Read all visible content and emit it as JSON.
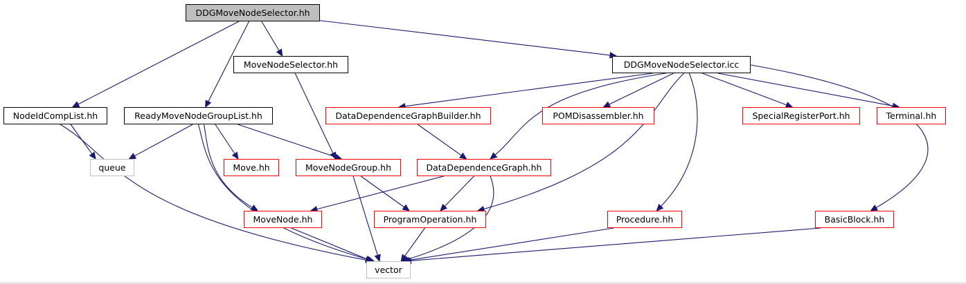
{
  "diagram": {
    "colors": {
      "edge": "#191970",
      "root_fill": "#bfbfbf",
      "normal_border": "#000000",
      "red_border": "#ff0000",
      "grey_border": "#bfbfbf"
    },
    "nodes": [
      {
        "id": "ddg_hh",
        "label": "DDGMoveNodeSelector.hh",
        "style": "root"
      },
      {
        "id": "movenodeselector_hh",
        "label": "MoveNodeSelector.hh",
        "style": "normal"
      },
      {
        "id": "ddg_icc",
        "label": "DDGMoveNodeSelector.icc",
        "style": "normal"
      },
      {
        "id": "nodeidcomplist_hh",
        "label": "NodeIdCompList.hh",
        "style": "normal"
      },
      {
        "id": "readymovenodegrouplist_hh",
        "label": "ReadyMoveNodeGroupList.hh",
        "style": "normal"
      },
      {
        "id": "ddgbuilder_hh",
        "label": "DataDependenceGraphBuilder.hh",
        "style": "red"
      },
      {
        "id": "pomdisassembler_hh",
        "label": "POMDisassembler.hh",
        "style": "red"
      },
      {
        "id": "specialregisterport_hh",
        "label": "SpecialRegisterPort.hh",
        "style": "red"
      },
      {
        "id": "terminal_hh",
        "label": "Terminal.hh",
        "style": "red"
      },
      {
        "id": "queue",
        "label": "queue",
        "style": "grey"
      },
      {
        "id": "move_hh",
        "label": "Move.hh",
        "style": "red"
      },
      {
        "id": "movenodegroup_hh",
        "label": "MoveNodeGroup.hh",
        "style": "red"
      },
      {
        "id": "ddg_graph_hh",
        "label": "DataDependenceGraph.hh",
        "style": "red"
      },
      {
        "id": "movenode_hh",
        "label": "MoveNode.hh",
        "style": "red"
      },
      {
        "id": "programoperation_hh",
        "label": "ProgramOperation.hh",
        "style": "red"
      },
      {
        "id": "procedure_hh",
        "label": "Procedure.hh",
        "style": "red"
      },
      {
        "id": "basicblock_hh",
        "label": "BasicBlock.hh",
        "style": "red"
      },
      {
        "id": "vector",
        "label": "vector",
        "style": "grey"
      }
    ],
    "edges": [
      {
        "from": "ddg_hh",
        "to": "nodeidcomplist_hh"
      },
      {
        "from": "ddg_hh",
        "to": "readymovenodegrouplist_hh"
      },
      {
        "from": "ddg_hh",
        "to": "movenodeselector_hh"
      },
      {
        "from": "ddg_hh",
        "to": "ddg_icc"
      },
      {
        "from": "movenodeselector_hh",
        "to": "movenodegroup_hh"
      },
      {
        "from": "nodeidcomplist_hh",
        "to": "queue"
      },
      {
        "from": "nodeidcomplist_hh",
        "to": "vector"
      },
      {
        "from": "readymovenodegrouplist_hh",
        "to": "queue"
      },
      {
        "from": "readymovenodegrouplist_hh",
        "to": "move_hh"
      },
      {
        "from": "readymovenodegrouplist_hh",
        "to": "movenodegroup_hh"
      },
      {
        "from": "readymovenodegrouplist_hh",
        "to": "movenode_hh"
      },
      {
        "from": "readymovenodegrouplist_hh",
        "to": "vector"
      },
      {
        "from": "ddg_icc",
        "to": "ddgbuilder_hh"
      },
      {
        "from": "ddg_icc",
        "to": "pomdisassembler_hh"
      },
      {
        "from": "ddg_icc",
        "to": "specialregisterport_hh"
      },
      {
        "from": "ddg_icc",
        "to": "terminal_hh"
      },
      {
        "from": "ddg_icc",
        "to": "ddg_graph_hh"
      },
      {
        "from": "ddg_icc",
        "to": "programoperation_hh"
      },
      {
        "from": "ddg_icc",
        "to": "procedure_hh"
      },
      {
        "from": "ddg_icc",
        "to": "basicblock_hh"
      },
      {
        "from": "ddgbuilder_hh",
        "to": "ddg_graph_hh"
      },
      {
        "from": "movenodegroup_hh",
        "to": "programoperation_hh"
      },
      {
        "from": "movenodegroup_hh",
        "to": "vector"
      },
      {
        "from": "ddg_graph_hh",
        "to": "movenode_hh"
      },
      {
        "from": "ddg_graph_hh",
        "to": "programoperation_hh"
      },
      {
        "from": "ddg_graph_hh",
        "to": "vector"
      },
      {
        "from": "movenode_hh",
        "to": "vector"
      },
      {
        "from": "programoperation_hh",
        "to": "vector"
      },
      {
        "from": "procedure_hh",
        "to": "vector"
      },
      {
        "from": "basicblock_hh",
        "to": "vector"
      }
    ]
  }
}
